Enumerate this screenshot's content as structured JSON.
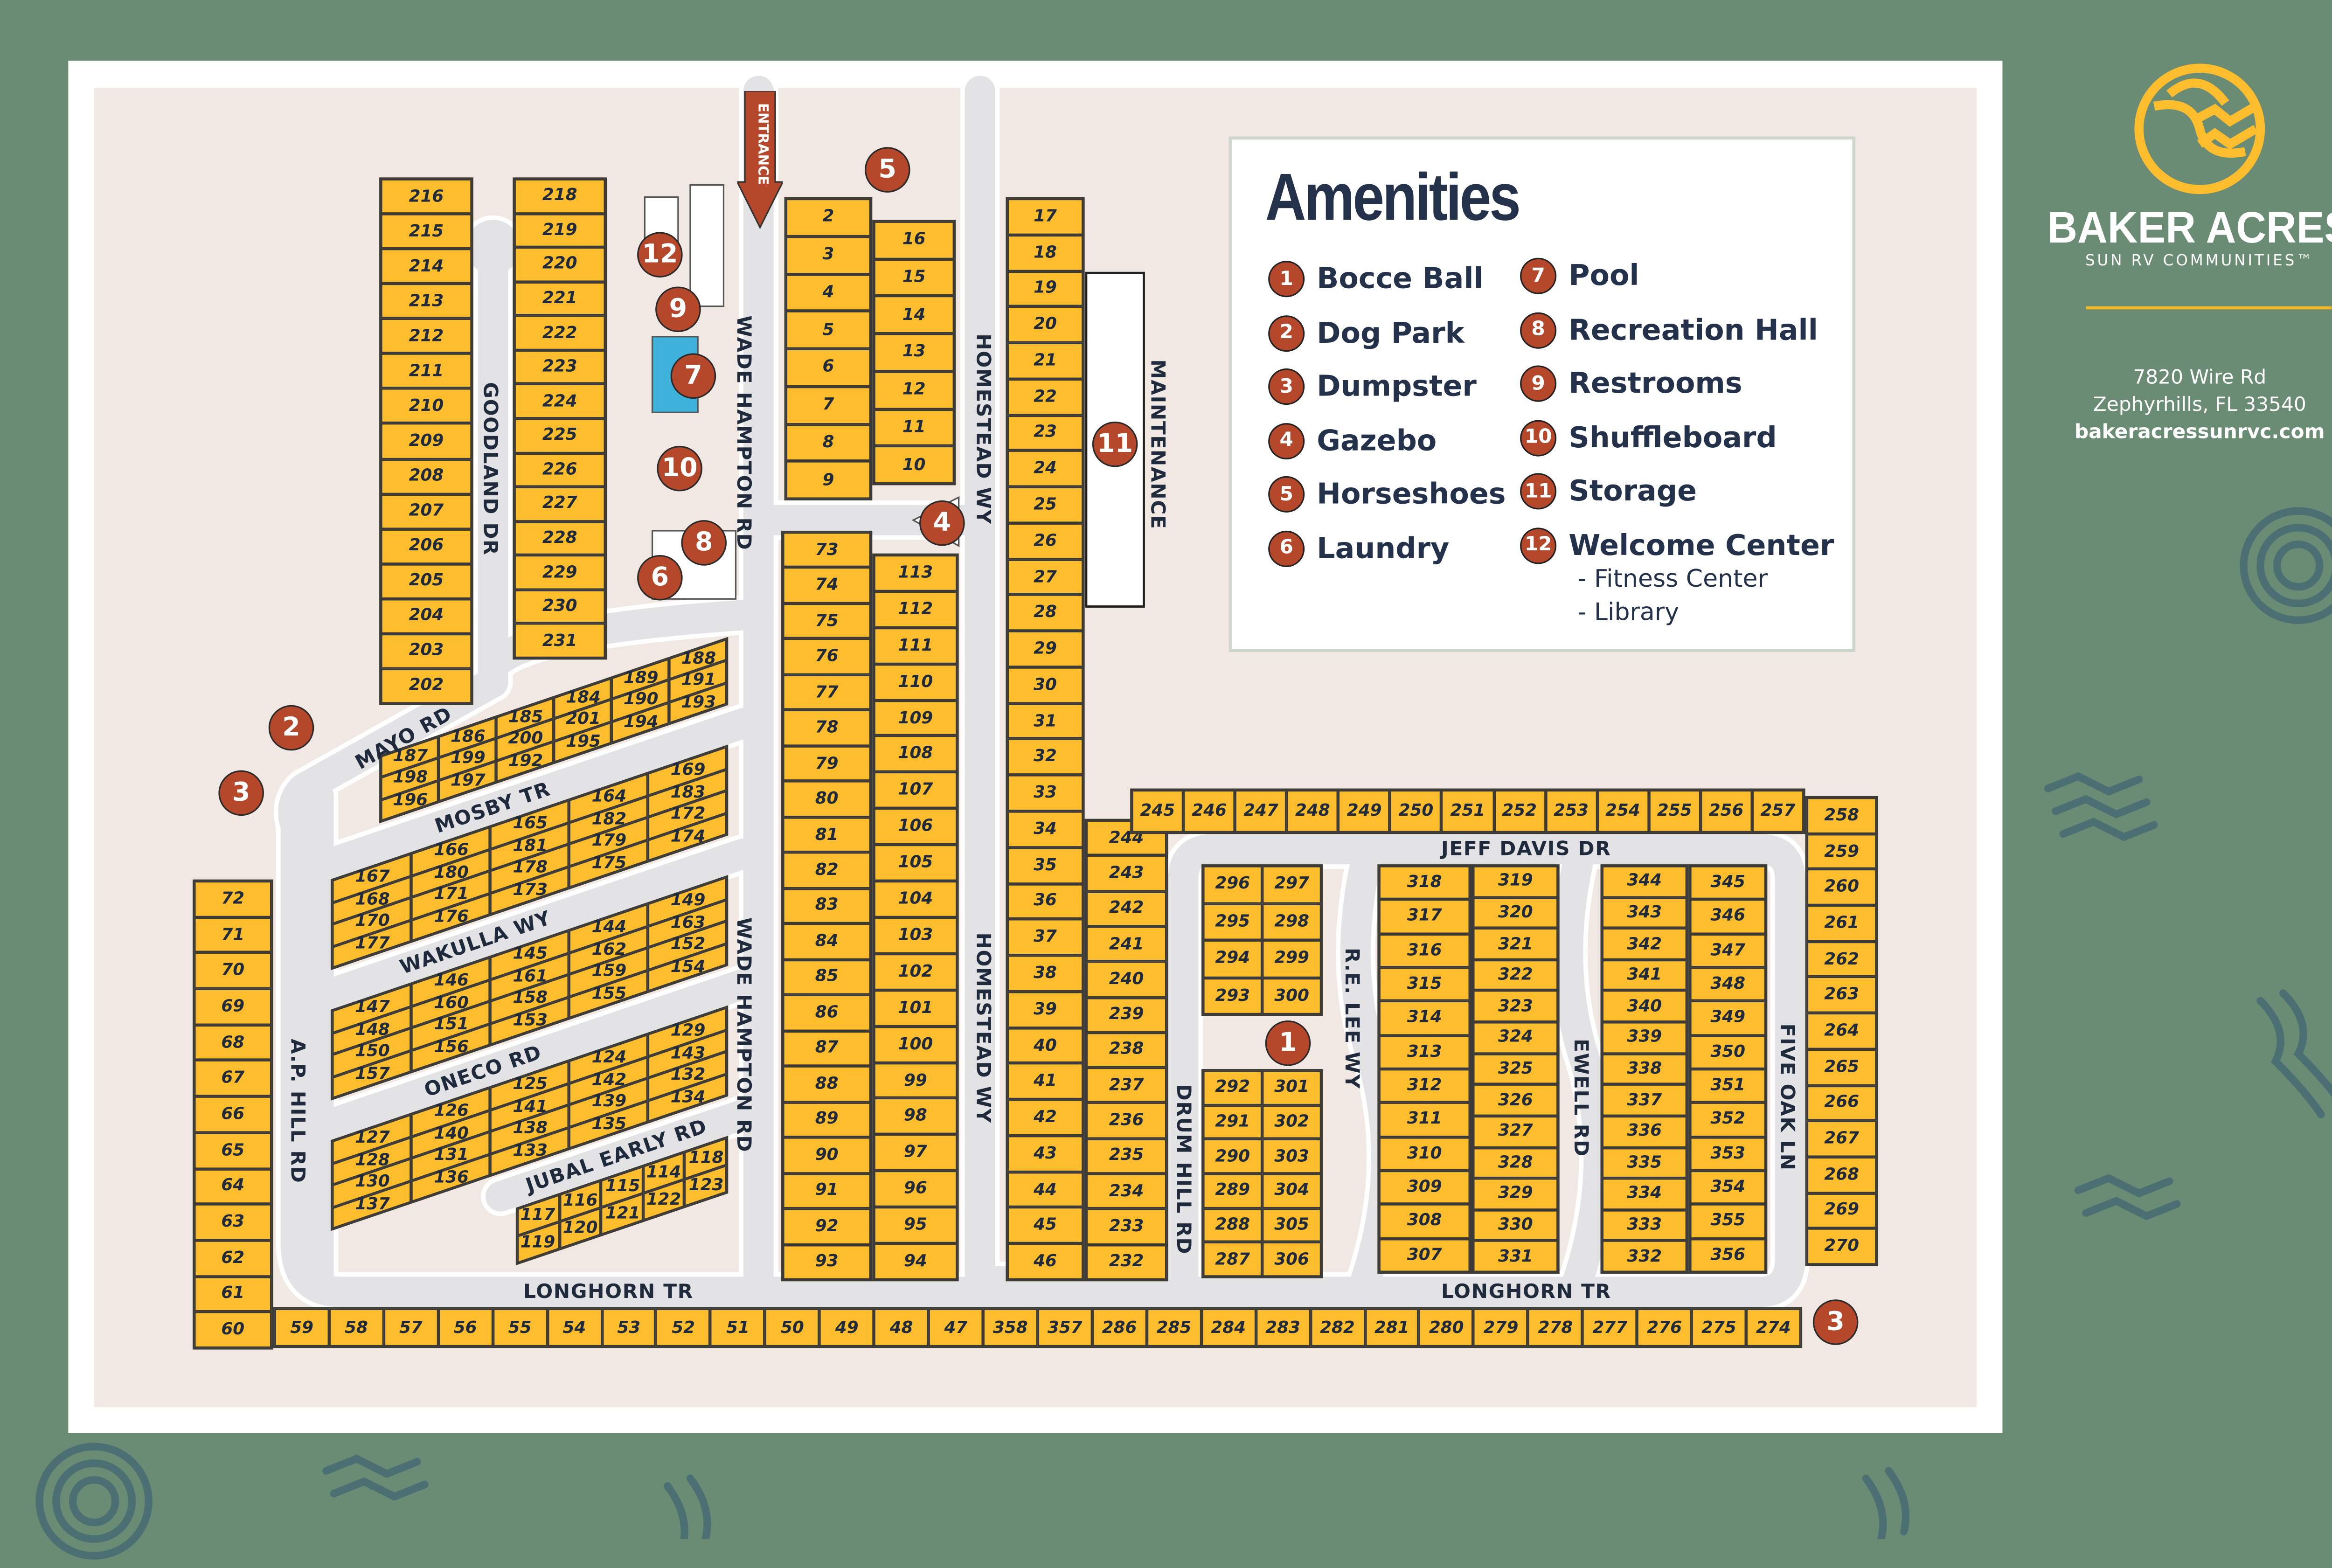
{
  "brand": {
    "name": "BAKER ACRES",
    "subtitle": "SUN RV COMMUNITIES™",
    "address_line1": "7820 Wire Rd",
    "address_line2": "Zephyrhills, FL 33540",
    "website": "bakeracressunrvc.com",
    "accent": "#fdbd2c",
    "background": "#6b8c74",
    "marker_color": "#b5482a"
  },
  "legend": {
    "title": "Amenities",
    "items": [
      {
        "num": "1",
        "label": "Bocce Ball"
      },
      {
        "num": "2",
        "label": "Dog Park"
      },
      {
        "num": "3",
        "label": "Dumpster"
      },
      {
        "num": "4",
        "label": "Gazebo"
      },
      {
        "num": "5",
        "label": "Horseshoes"
      },
      {
        "num": "6",
        "label": "Laundry"
      },
      {
        "num": "7",
        "label": "Pool"
      },
      {
        "num": "8",
        "label": "Recreation Hall"
      },
      {
        "num": "9",
        "label": "Restrooms"
      },
      {
        "num": "10",
        "label": "Shuffleboard"
      },
      {
        "num": "11",
        "label": "Storage"
      },
      {
        "num": "12",
        "label": "Welcome Center"
      }
    ],
    "welcome_sub": [
      "- Fitness Center",
      "- Library"
    ]
  },
  "map": {
    "entrance": "ENTRANCE",
    "markers": [
      "5",
      "12",
      "9",
      "7",
      "10",
      "8",
      "6",
      "4",
      "11",
      "2",
      "3",
      "1",
      "3"
    ],
    "streets": [
      "GOODLAND DR",
      "WADE HAMPTON RD",
      "WADE HAMPTON RD",
      "HOMESTEAD WY",
      "HOMESTEAD WY",
      "MAINTENANCE",
      "MAYO RD",
      "MOSBY TR",
      "WAKULLA WY",
      "ONECO RD",
      "JUBAL EARLY RD",
      "A.P. HILL RD",
      "LONGHORN TR",
      "LONGHORN TR",
      "JEFF DAVIS DR",
      "DRUM HILL RD",
      "R.E. LEE WY",
      "EWELL RD",
      "FIVE OAK LN"
    ],
    "lot_blocks": {
      "goodland_w": [
        216,
        215,
        214,
        213,
        212,
        211,
        210,
        209,
        208,
        207,
        206,
        205,
        204,
        203,
        202
      ],
      "goodland_e": [
        218,
        219,
        220,
        221,
        222,
        223,
        224,
        225,
        226,
        227,
        228,
        229,
        230,
        231
      ],
      "top_a": [
        2,
        3,
        4,
        5,
        6,
        7,
        8,
        9
      ],
      "top_b": [
        16,
        15,
        14,
        13,
        12,
        11,
        10
      ],
      "homestead_e": [
        17,
        18,
        19,
        20,
        21,
        22,
        23,
        24,
        25,
        26,
        27,
        28,
        29,
        30,
        31,
        32,
        33,
        34,
        35,
        36,
        37,
        38,
        39,
        40,
        41,
        42,
        43,
        44,
        45,
        46
      ],
      "wade_a": [
        73,
        74,
        75,
        76,
        77,
        78,
        79,
        80,
        81,
        82,
        83,
        84,
        85,
        86,
        87,
        88,
        89,
        90,
        91,
        92,
        93
      ],
      "wade_b": [
        113,
        112,
        111,
        110,
        109,
        108,
        107,
        106,
        105,
        104,
        103,
        102,
        101,
        100,
        99,
        98,
        97,
        96,
        95,
        94
      ],
      "drum_w": [
        244,
        243,
        242,
        241,
        240,
        239,
        238,
        237,
        236,
        235,
        234,
        233,
        232
      ],
      "aphill_w": [
        72,
        71,
        70,
        69,
        68,
        67,
        66,
        65,
        64,
        63,
        62,
        61,
        60
      ],
      "bottom_row": [
        59,
        58,
        57,
        56,
        55,
        54,
        53,
        52,
        51,
        50,
        49,
        48,
        47,
        358,
        357,
        286,
        285,
        284,
        283,
        282,
        281,
        280,
        279,
        278,
        277,
        276,
        275,
        274
      ],
      "top_row": [
        245,
        246,
        247,
        248,
        249,
        250,
        251,
        252,
        253,
        254,
        255,
        256,
        257
      ],
      "five_oak_e": [
        258,
        259,
        260,
        261,
        262,
        263,
        264,
        265,
        266,
        267,
        268,
        269,
        270
      ],
      "jeff_a": [
        296,
        297,
        295,
        298,
        294,
        299,
        293,
        300
      ],
      "jeff_b": [
        292,
        301,
        291,
        302,
        290,
        303,
        289,
        304,
        288,
        305,
        287,
        306
      ],
      "lee_e": [
        318,
        317,
        316,
        315,
        314,
        313,
        312,
        311,
        310,
        309,
        308,
        307
      ],
      "ewell_w": [
        319,
        320,
        321,
        322,
        323,
        324,
        325,
        326,
        327,
        328,
        329,
        330,
        331
      ],
      "ewell_e": [
        344,
        343,
        342,
        341,
        340,
        339,
        338,
        337,
        336,
        335,
        334,
        333,
        332
      ],
      "five_oak_w": [
        345,
        346,
        347,
        348,
        349,
        350,
        351,
        352,
        353,
        354,
        355,
        356
      ],
      "mayo_block": [
        187,
        186,
        185,
        184,
        189,
        188,
        198,
        199,
        200,
        201,
        190,
        191,
        196,
        197,
        192,
        195,
        194,
        193
      ],
      "mosby_block": [
        167,
        166,
        165,
        164,
        169,
        168,
        180,
        181,
        182,
        183,
        170,
        171,
        178,
        179,
        172,
        177,
        176,
        173,
        175,
        174
      ],
      "wakulla_block": [
        147,
        146,
        145,
        144,
        149,
        148,
        160,
        161,
        162,
        163,
        150,
        151,
        158,
        159,
        152,
        157,
        156,
        153,
        155,
        154
      ],
      "oneco_block": [
        127,
        126,
        125,
        124,
        129,
        128,
        140,
        141,
        142,
        143,
        130,
        131,
        138,
        139,
        132,
        137,
        136,
        133,
        135,
        134
      ],
      "jubal_block": [
        117,
        116,
        115,
        114,
        118,
        119,
        120,
        121,
        122,
        123
      ]
    }
  }
}
